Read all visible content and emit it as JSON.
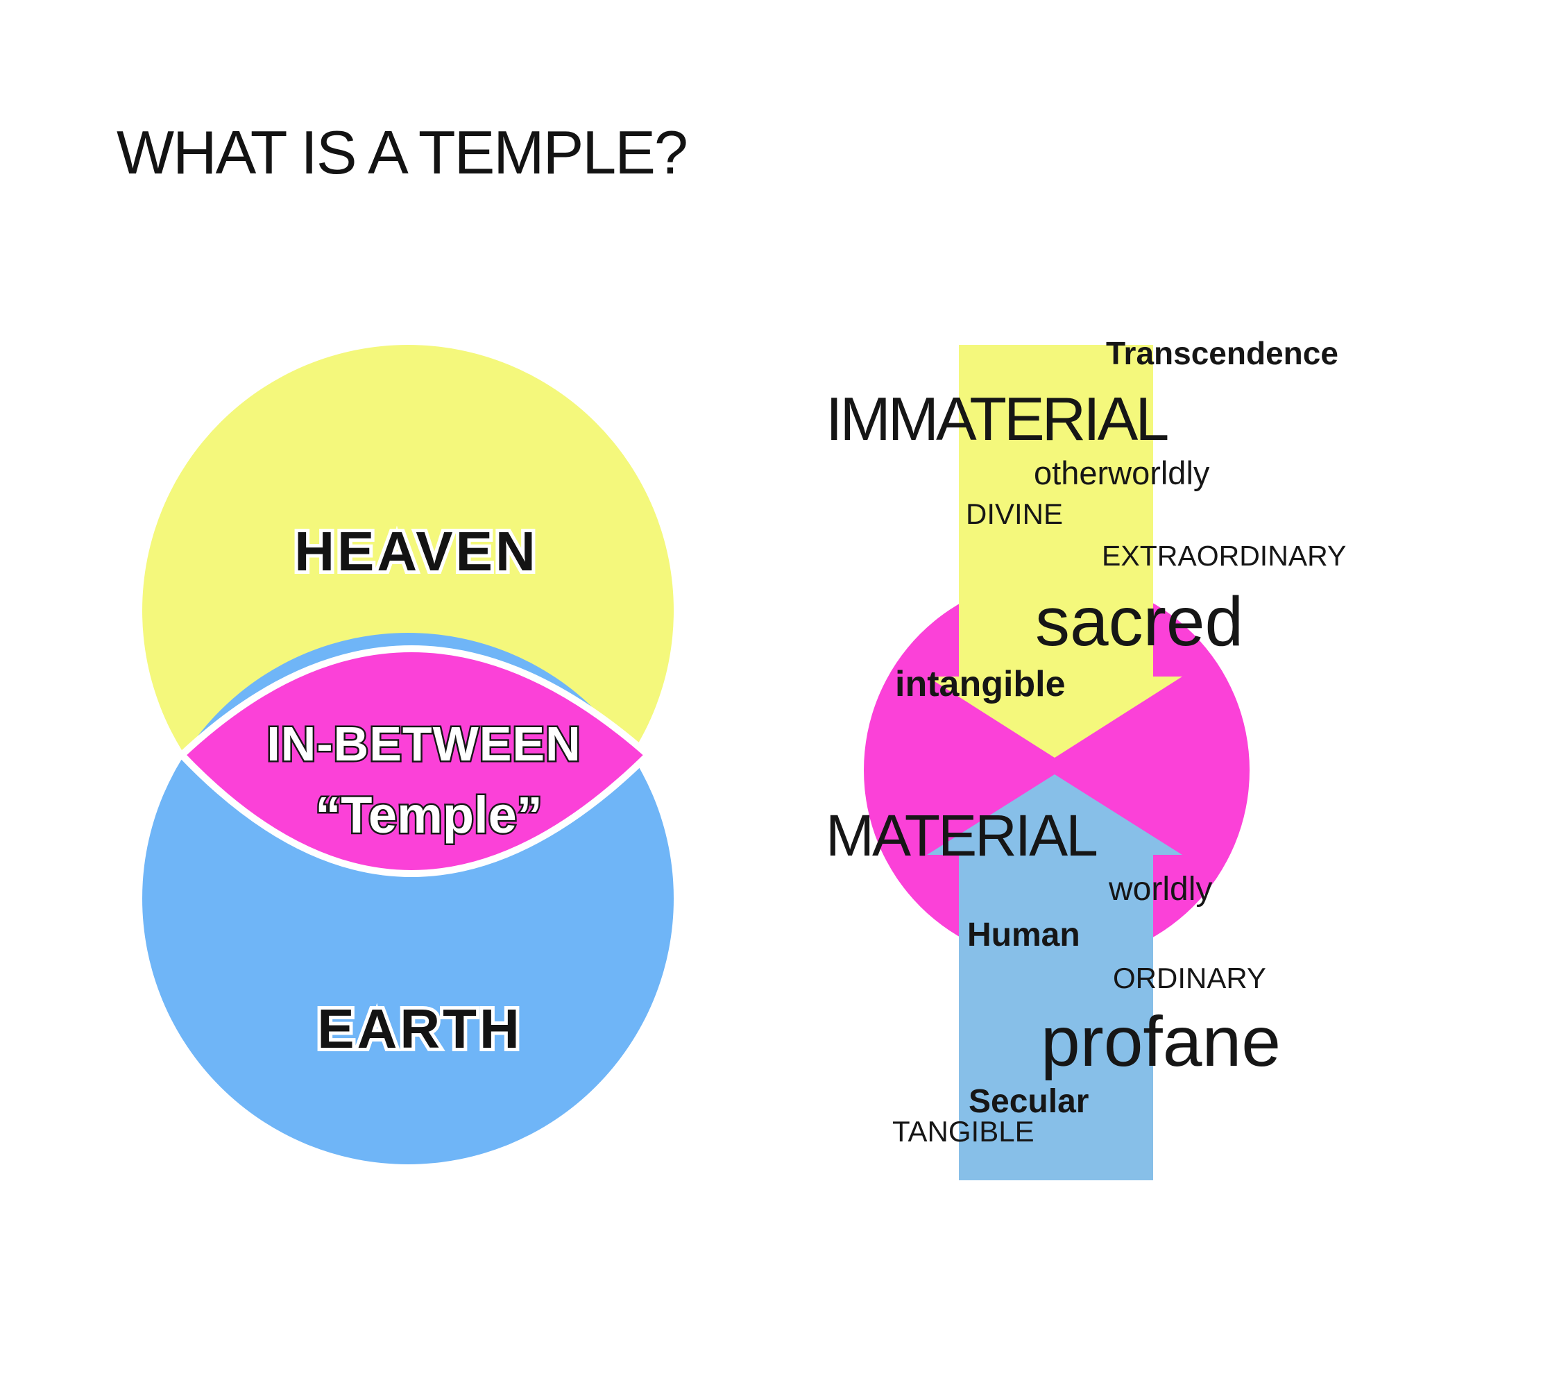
{
  "title": "WHAT IS A TEMPLE?",
  "venn": {
    "heaven": "HEAVEN",
    "in_between": "IN-BETWEEN",
    "temple": "“Temple”",
    "earth": "EARTH"
  },
  "spectrum": {
    "transcendence": "Transcendence",
    "immaterial": "IMMATERIAL",
    "otherworldly": "otherworldly",
    "divine": "DIVINE",
    "extraordinary": "EXTRAORDINARY",
    "sacred": "sacred",
    "intangible": "intangible",
    "material": "MATERIAL",
    "worldly": "worldly",
    "human": "Human",
    "ordinary": "ORDINARY",
    "profane": "profane",
    "secular": "Secular",
    "tangible": "TANGIBLE"
  },
  "colors": {
    "yellow": "#F4F87C",
    "magenta": "#FB41D8",
    "blue_circle": "#6FB5F7",
    "blue_arrow": "#87BFE8",
    "text": "#151515",
    "outline_white": "#FFFFFF"
  }
}
